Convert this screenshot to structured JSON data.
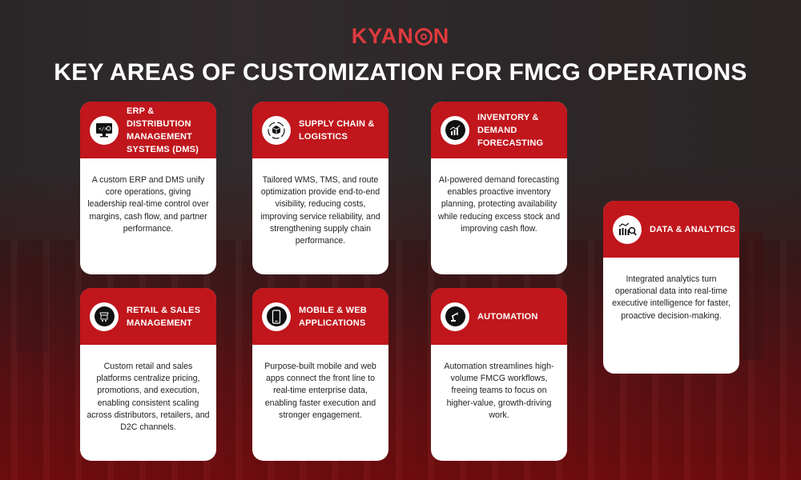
{
  "brand": {
    "logo_text_prefix": "KYAN",
    "logo_text_suffix": "N",
    "accent_color": "#e03a3e"
  },
  "header": {
    "title": "KEY AREAS OF CUSTOMIZATION FOR FMCG OPERATIONS"
  },
  "colors": {
    "card_header": "#c0161c",
    "card_body": "#ffffff",
    "title_text": "#ffffff"
  },
  "cards": [
    {
      "icon": "code-monitor-icon",
      "title": "ERP & Distribution Management Systems (DMS)",
      "description": "A custom ERP and DMS unify core operations, giving leadership real-time control over margins, cash flow, and partner performance."
    },
    {
      "icon": "box-cycle-icon",
      "title": "Supply Chain & Logistics",
      "description": "Tailored WMS, TMS, and route optimization provide end-to-end visibility, reducing costs, improving service reliability, and strengthening supply chain performance."
    },
    {
      "icon": "bar-chart-trend-icon",
      "title": "Inventory & Demand Forecasting",
      "description": "AI-powered demand forecasting enables proactive inventory planning, protecting availability while reducing excess stock and improving cash flow."
    },
    {
      "icon": "analytics-magnifier-icon",
      "title": "Data & Analytics",
      "description": "Integrated analytics turn operational data into real-time executive intelligence for faster, proactive decision-making."
    },
    {
      "icon": "store-cart-icon",
      "title": "Retail & Sales Management",
      "description": "Custom retail and sales platforms centralize pricing, promotions, and execution, enabling consistent scaling across distributors, retailers, and D2C channels."
    },
    {
      "icon": "smartphone-icon",
      "title": "Mobile & Web Applications",
      "description": "Purpose-built mobile and web apps connect the front line to real-time enterprise data, enabling faster execution and stronger engagement."
    },
    {
      "icon": "robot-arm-icon",
      "title": "Automation",
      "description": "Automation streamlines high-volume FMCG workflows, freeing teams to focus on higher-value, growth-driving work."
    }
  ]
}
